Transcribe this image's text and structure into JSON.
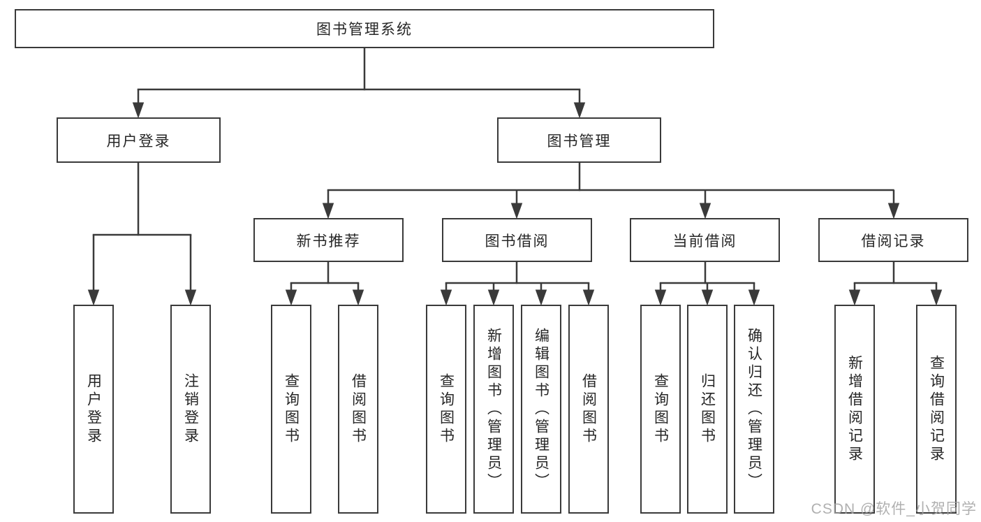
{
  "diagram_title": "图书管理系统",
  "nodes": {
    "root": "图书管理系统",
    "user_login_group": "用户登录",
    "book_management": "图书管理",
    "new_book_recommend": "新书推荐",
    "book_borrowing": "图书借阅",
    "current_borrowing": "当前借阅",
    "borrowing_records": "借阅记录",
    "user_login": "用户登录",
    "logout": "注销登录",
    "query_books_1": "查询图书",
    "borrow_books_1": "借阅图书",
    "query_books_2": "查询图书",
    "add_books_admin": "新增图书（管理员）",
    "edit_books_admin": "编辑图书（管理员）",
    "borrow_books_2": "借阅图书",
    "query_books_3": "查询图书",
    "return_books": "归还图书",
    "confirm_return_admin": "确认归还（管理员）",
    "add_borrow_record": "新增借阅记录",
    "query_borrow_record": "查询借阅记录"
  },
  "hierarchy": {
    "root": "图书管理系统",
    "children": [
      {
        "label": "用户登录",
        "children": [
          "用户登录",
          "注销登录"
        ]
      },
      {
        "label": "图书管理",
        "children": [
          {
            "label": "新书推荐",
            "children": [
              "查询图书",
              "借阅图书"
            ]
          },
          {
            "label": "图书借阅",
            "children": [
              "查询图书",
              "新增图书（管理员）",
              "编辑图书（管理员）",
              "借阅图书"
            ]
          },
          {
            "label": "当前借阅",
            "children": [
              "查询图书",
              "归还图书",
              "确认归还（管理员）"
            ]
          },
          {
            "label": "借阅记录",
            "children": [
              "新增借阅记录",
              "查询借阅记录"
            ]
          }
        ]
      }
    ]
  },
  "watermark": "CSDN @软件_小贺同学",
  "colors": {
    "line": "#3a3a3a",
    "text": "#262626",
    "background": "#ffffff",
    "watermark": "#a3a3a3"
  }
}
